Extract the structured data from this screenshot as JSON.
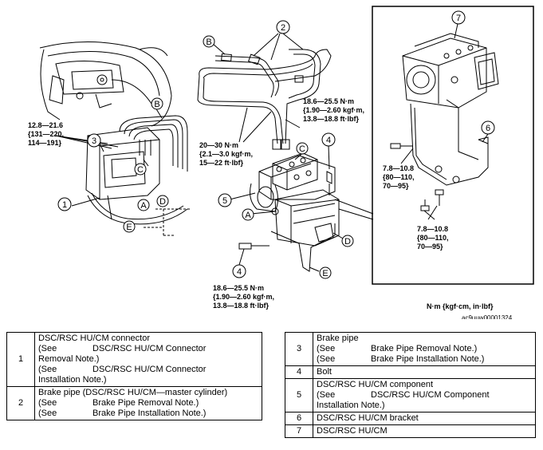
{
  "figure_code": "ac9uuw00001324",
  "torque_units": "N·m {kgf·cm, in·lbf}",
  "torque_specs": {
    "left": [
      "12.8—21.6",
      "{131—220,",
      "114—191}"
    ],
    "pipe_top": [
      "18.6—25.5 N·m",
      "{1.90—2.60 kgf·m,",
      "13.8—18.8 ft·lbf}"
    ],
    "pipe_mid": [
      "20—30 N·m",
      "{2.1—3.0 kgf·m,",
      "15—22 ft·lbf}"
    ],
    "bottom": [
      "18.6—25.5 N·m",
      "{1.90—2.60 kgf·m,",
      "13.8—18.8 ft·lbf}"
    ],
    "bracket_upper": [
      "7.8—10.8",
      "{80—110,",
      "70—95}"
    ],
    "bracket_lower": [
      "7.8—10.8",
      "{80—110,",
      "70—95}"
    ]
  },
  "callouts": {
    "n1": "1",
    "n2": "2",
    "n3": "3",
    "n4a": "4",
    "n4b": "4",
    "n5": "5",
    "n6": "6",
    "n7": "7",
    "A": "A",
    "B": "B",
    "C": "C",
    "D": "D",
    "E": "E"
  },
  "legend_left": [
    {
      "num": "1",
      "title": "DSC/RSC HU/CM connector",
      "notes": [
        {
          "see": "(See",
          "text": "DSC/RSC HU/CM Connector",
          "cont": "Removal Note.)"
        },
        {
          "see": "(See",
          "text": "DSC/RSC HU/CM Connector",
          "cont": "Installation Note.)"
        }
      ]
    },
    {
      "num": "2",
      "title": "Brake pipe (DSC/RSC HU/CM—master cylinder)",
      "notes": [
        {
          "see": "(See",
          "text": "Brake Pipe Removal Note.)",
          "cont": ""
        },
        {
          "see": "(See",
          "text": "Brake Pipe Installation Note.)",
          "cont": ""
        }
      ]
    }
  ],
  "legend_right": [
    {
      "num": "3",
      "title": "Brake pipe",
      "notes": [
        {
          "see": "(See",
          "text": "Brake Pipe Removal Note.)",
          "cont": ""
        },
        {
          "see": "(See",
          "text": "Brake Pipe Installation Note.)",
          "cont": ""
        }
      ]
    },
    {
      "num": "4",
      "title": "Bolt",
      "notes": []
    },
    {
      "num": "5",
      "title": "DSC/RSC HU/CM component",
      "notes": [
        {
          "see": "(See",
          "text": "DSC/RSC HU/CM Component",
          "cont": "Installation Note.)"
        }
      ]
    },
    {
      "num": "6",
      "title": "DSC/RSC HU/CM bracket",
      "notes": []
    },
    {
      "num": "7",
      "title": "DSC/RSC HU/CM",
      "notes": []
    }
  ]
}
